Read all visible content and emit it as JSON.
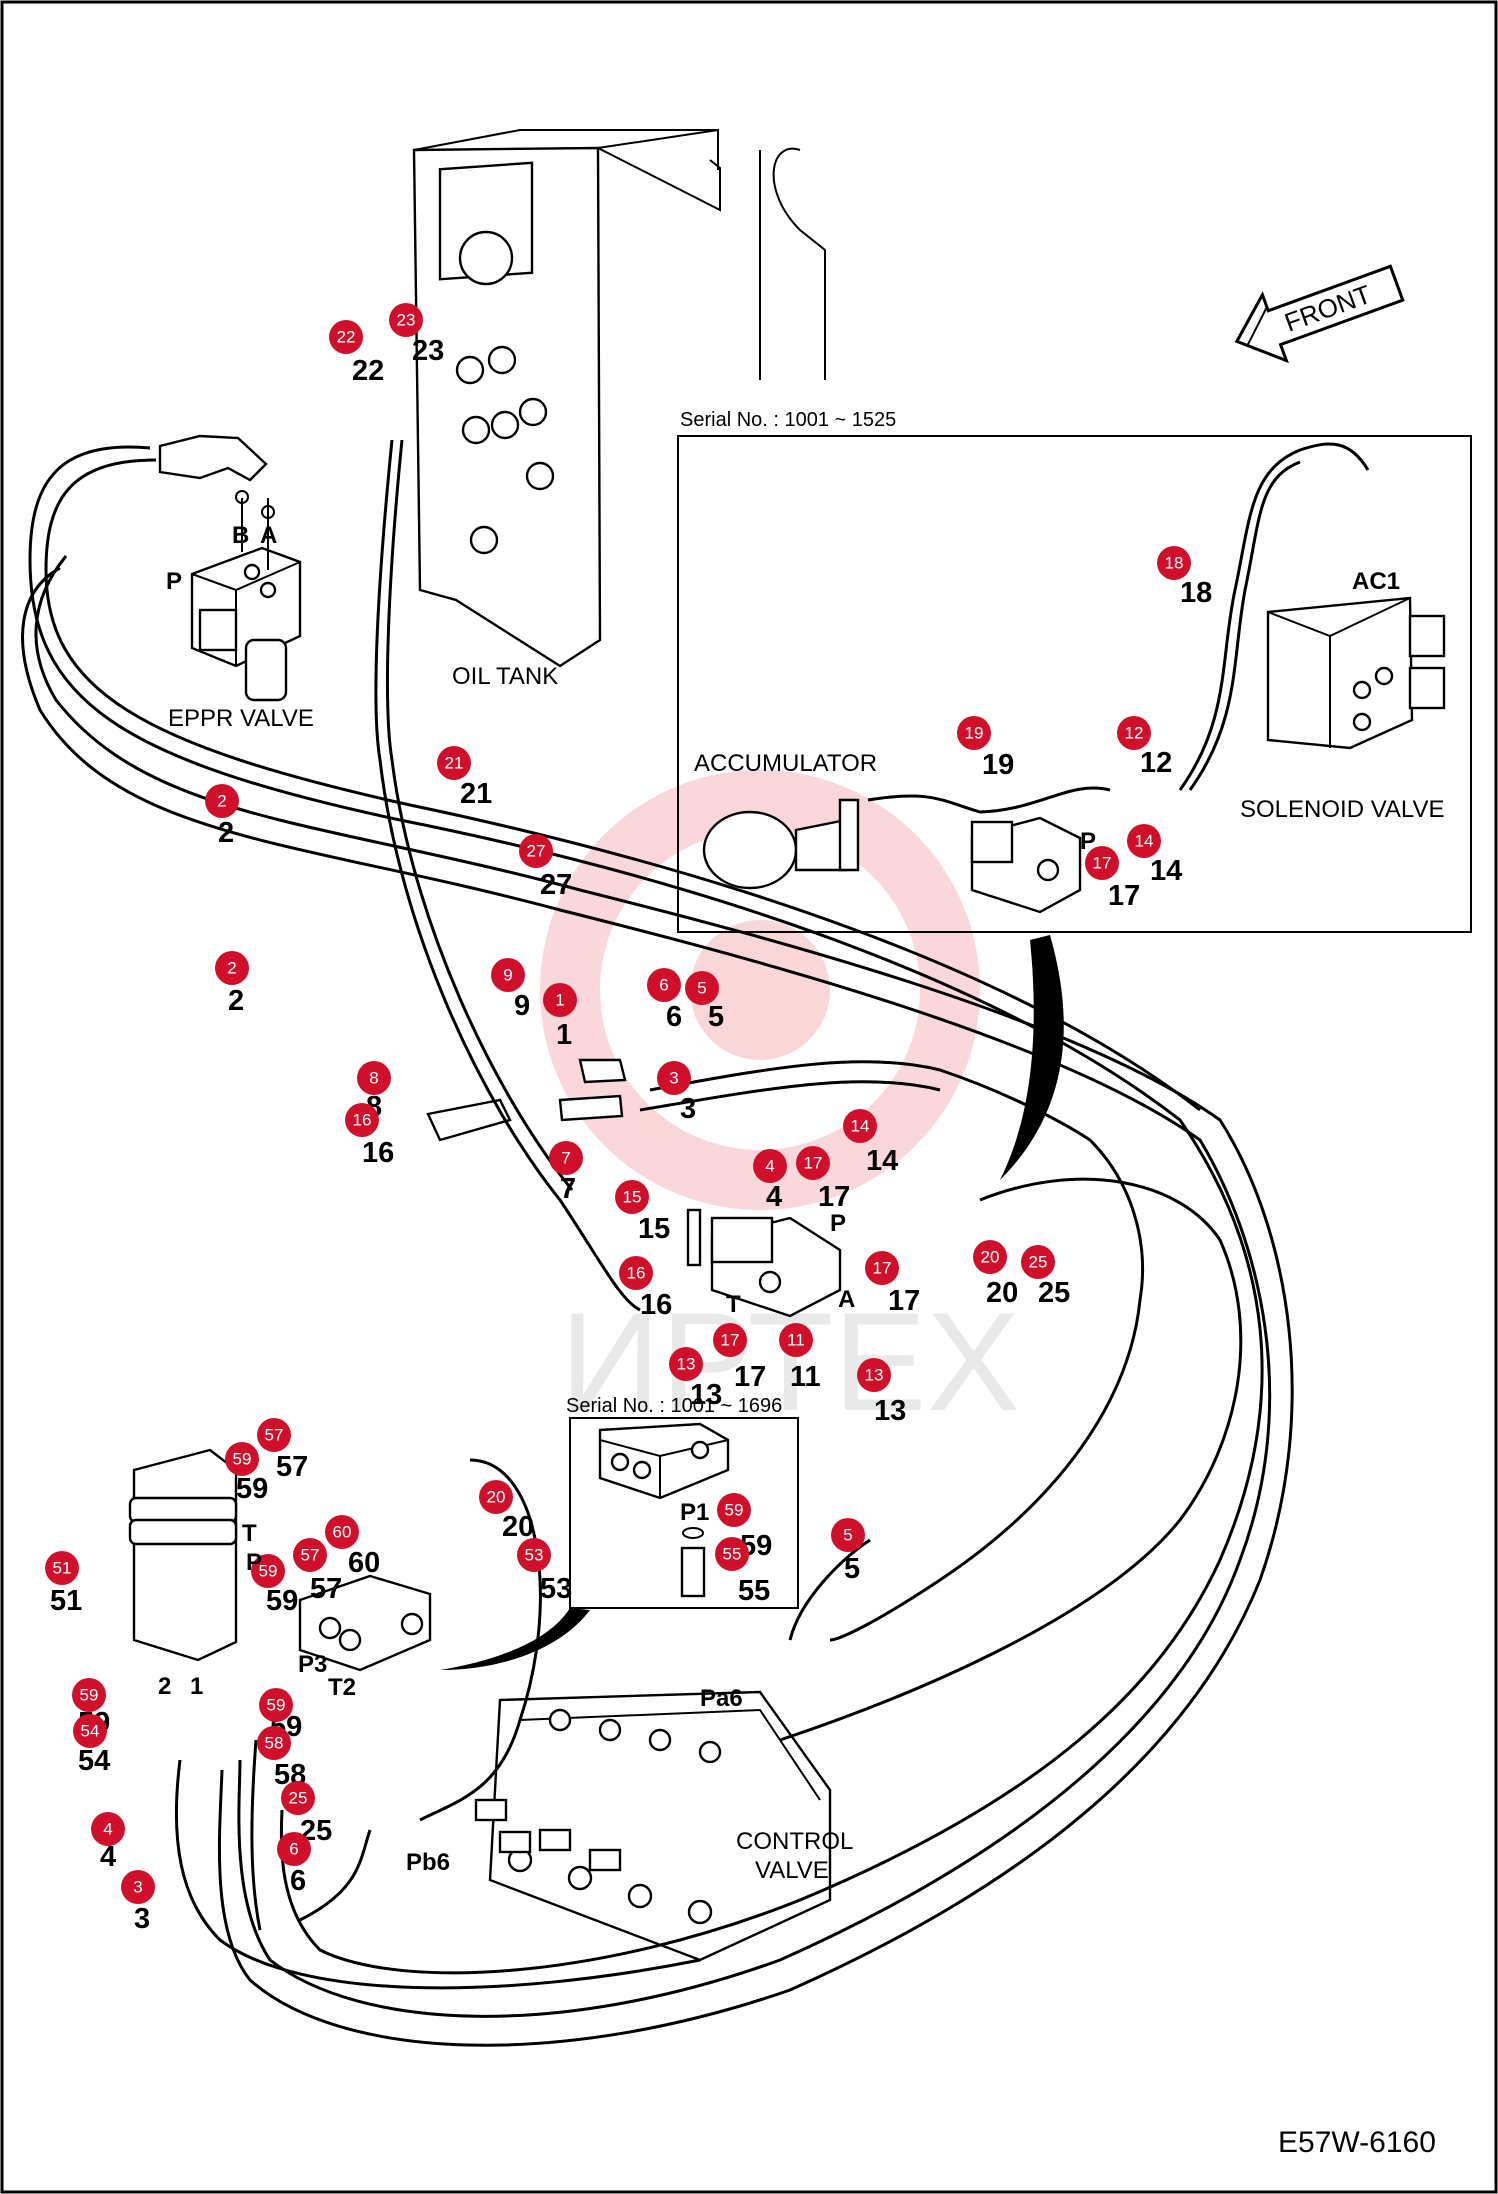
{
  "diagram": {
    "code": "E57W-6160",
    "direction_label": "FRONT",
    "watermark": "ИРТЕХ",
    "component_labels": {
      "oil_tank": "OIL TANK",
      "eppr_valve": "EPPR VALVE",
      "accumulator": "ACCUMULATOR",
      "solenoid_valve": "SOLENOID VALVE",
      "control_valve_line1": "CONTROL",
      "control_valve_line2": "VALVE"
    },
    "inset_1_caption": "Serial No. : 1001 ~ 1525",
    "inset_2_caption": "Serial No. : 1001 ~ 1696",
    "port_labels": [
      "B",
      "A",
      "P",
      "AC1",
      "P",
      "P",
      "T",
      "A",
      "P1",
      "T",
      "P",
      "P3",
      "T2",
      "Pa6",
      "Pb6",
      "2",
      "1"
    ],
    "badge_color": "#d0102b",
    "callouts": [
      {
        "badge": "22",
        "text": "22"
      },
      {
        "badge": "23",
        "text": "23"
      },
      {
        "badge": "18",
        "text": "18"
      },
      {
        "badge": "12",
        "text": "12"
      },
      {
        "badge": "19",
        "text": "19"
      },
      {
        "badge": "14",
        "text": "14"
      },
      {
        "badge": "17",
        "text": "17"
      },
      {
        "badge": "21",
        "text": "21"
      },
      {
        "badge": "2",
        "text": "2"
      },
      {
        "badge": "2",
        "text": "2"
      },
      {
        "badge": "27",
        "text": "27"
      },
      {
        "badge": "9",
        "text": "9"
      },
      {
        "badge": "1",
        "text": "1"
      },
      {
        "badge": "6",
        "text": "6"
      },
      {
        "badge": "5",
        "text": "5"
      },
      {
        "badge": "3",
        "text": "3"
      },
      {
        "badge": "8",
        "text": "8"
      },
      {
        "badge": "16",
        "text": "16"
      },
      {
        "badge": "7",
        "text": "7"
      },
      {
        "badge": "4",
        "text": "4"
      },
      {
        "badge": "17",
        "text": "17"
      },
      {
        "badge": "14",
        "text": "14"
      },
      {
        "badge": "15",
        "text": "15"
      },
      {
        "badge": "16",
        "text": "16"
      },
      {
        "badge": "20",
        "text": "20"
      },
      {
        "badge": "25",
        "text": "25"
      },
      {
        "badge": "17",
        "text": "17"
      },
      {
        "badge": "13",
        "text": "13"
      },
      {
        "badge": "17",
        "text": "17"
      },
      {
        "badge": "11",
        "text": "11"
      },
      {
        "badge": "13",
        "text": "13"
      },
      {
        "badge": "59",
        "text": "59"
      },
      {
        "badge": "57",
        "text": "57"
      },
      {
        "badge": "51",
        "text": "51"
      },
      {
        "badge": "60",
        "text": "60"
      },
      {
        "badge": "57",
        "text": "57"
      },
      {
        "badge": "59",
        "text": "59"
      },
      {
        "badge": "20",
        "text": "20"
      },
      {
        "badge": "53",
        "text": "53"
      },
      {
        "badge": "59",
        "text": "59"
      },
      {
        "badge": "55",
        "text": "55"
      },
      {
        "badge": "5",
        "text": "5"
      },
      {
        "badge": "59",
        "text": "59"
      },
      {
        "badge": "54",
        "text": "54"
      },
      {
        "badge": "59",
        "text": "59"
      },
      {
        "badge": "58",
        "text": "58"
      },
      {
        "badge": "25",
        "text": "25"
      },
      {
        "badge": "4",
        "text": "4"
      },
      {
        "badge": "3",
        "text": "3"
      },
      {
        "badge": "6",
        "text": "6"
      }
    ]
  }
}
